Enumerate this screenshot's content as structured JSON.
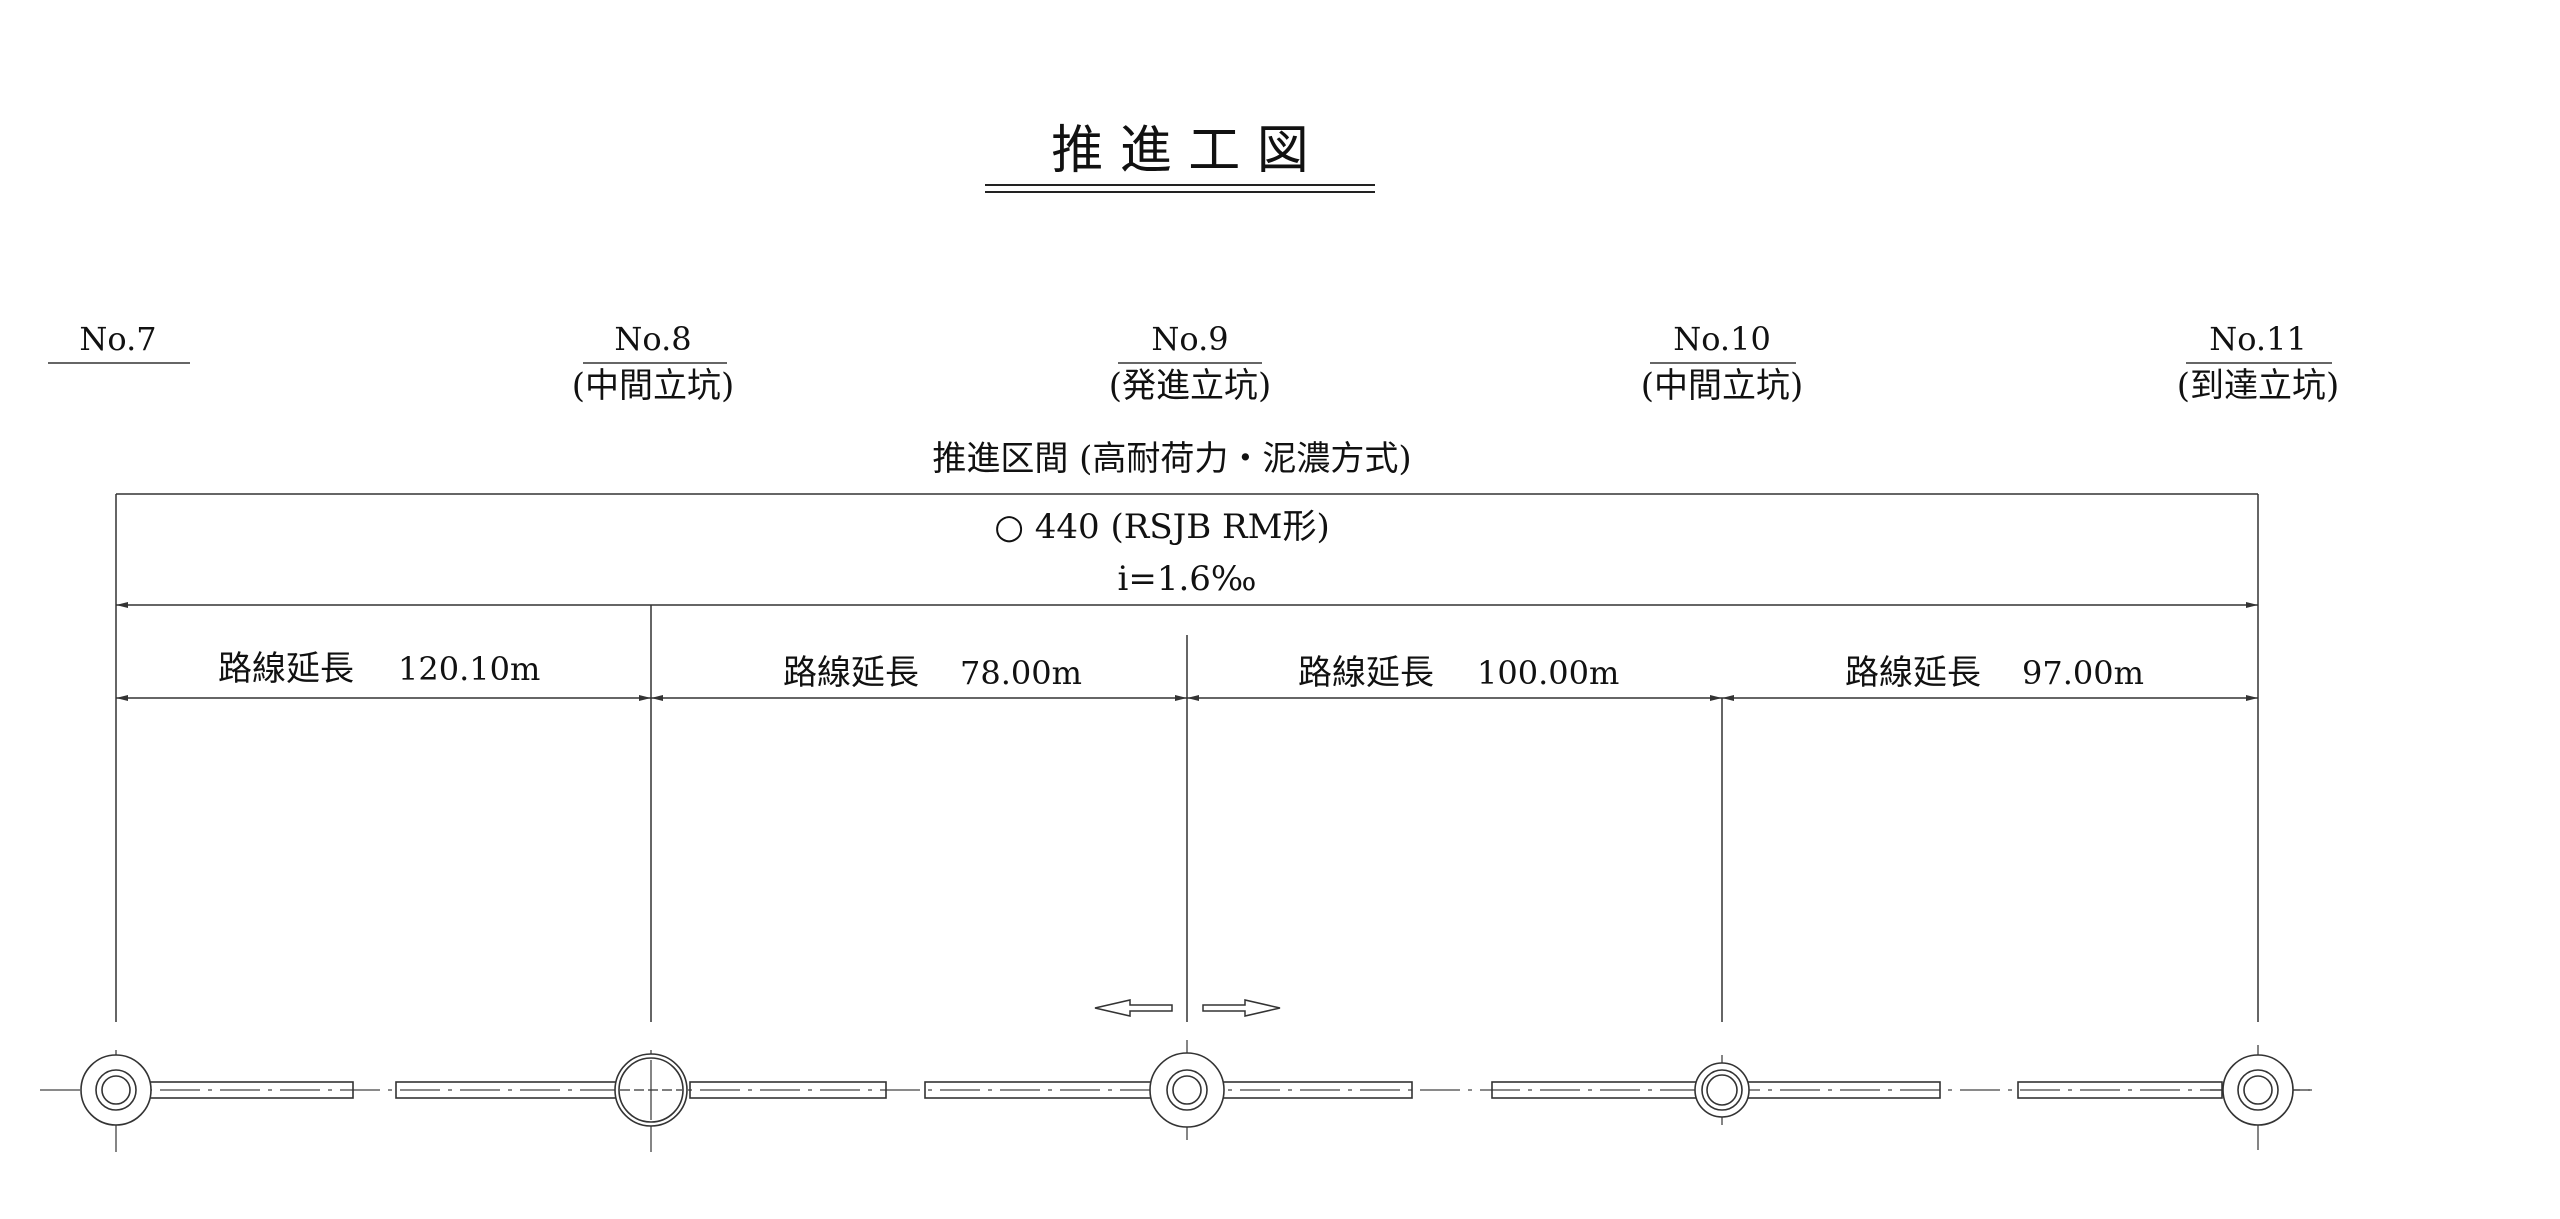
{
  "title": "推 進 工 図",
  "stations": [
    {
      "no": "No.7",
      "type": ""
    },
    {
      "no": "No.8",
      "type": "(中間立坑)"
    },
    {
      "no": "No.9",
      "type": "(発進立坑)"
    },
    {
      "no": "No.10",
      "type": "(中間立坑)"
    },
    {
      "no": "No.11",
      "type": "(到達立坑)"
    }
  ],
  "section": {
    "label": "推進区間 (高耐荷力・泥濃方式)",
    "pipe": "○ 440 (RSJB RM形)",
    "gradient": "i=1.6‰"
  },
  "segments": [
    {
      "label": "路線延長",
      "length": "120.10m"
    },
    {
      "label": "路線延長",
      "length": "78.00m"
    },
    {
      "label": "路線延長",
      "length": "100.00m"
    },
    {
      "label": "路線延長",
      "length": "97.00m"
    }
  ]
}
